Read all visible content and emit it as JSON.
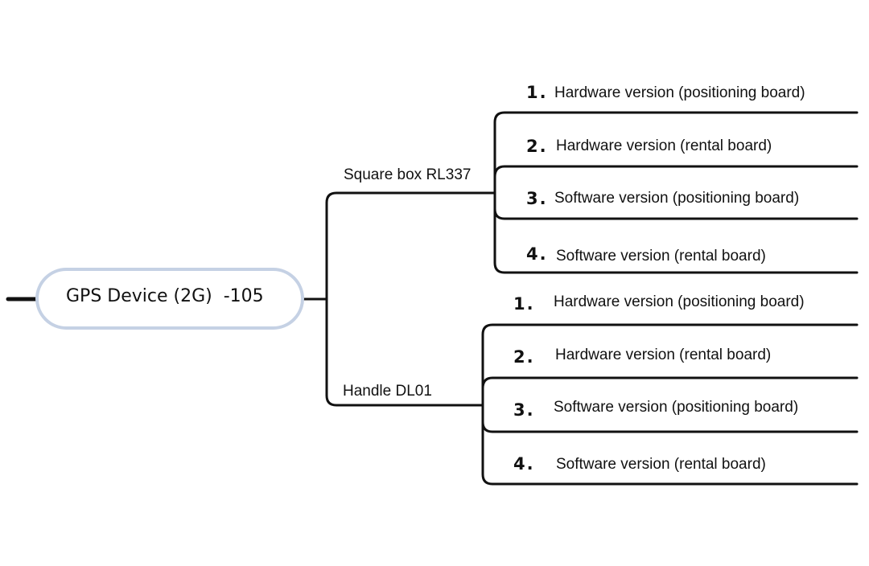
{
  "root": {
    "label": "GPS Device (2G)  -105"
  },
  "branches": [
    {
      "label": "Square box RL337",
      "items": [
        {
          "num": "1.",
          "label": "Hardware version (positioning board)"
        },
        {
          "num": "2.",
          "label": "Hardware version (rental board)"
        },
        {
          "num": "3.",
          "label": "Software version (positioning board)"
        },
        {
          "num": "4.",
          "label": "Software version (rental board)"
        }
      ]
    },
    {
      "label": "Handle DL01",
      "items": [
        {
          "num": "1.",
          "label": "Hardware version (positioning board)"
        },
        {
          "num": "2.",
          "label": "Hardware version (rental board)"
        },
        {
          "num": "3.",
          "label": "Software version (positioning board)"
        },
        {
          "num": "4.",
          "label": "Software version (rental board)"
        }
      ]
    }
  ],
  "colors": {
    "line": "#111111",
    "root_border": "#c5d1e4"
  }
}
